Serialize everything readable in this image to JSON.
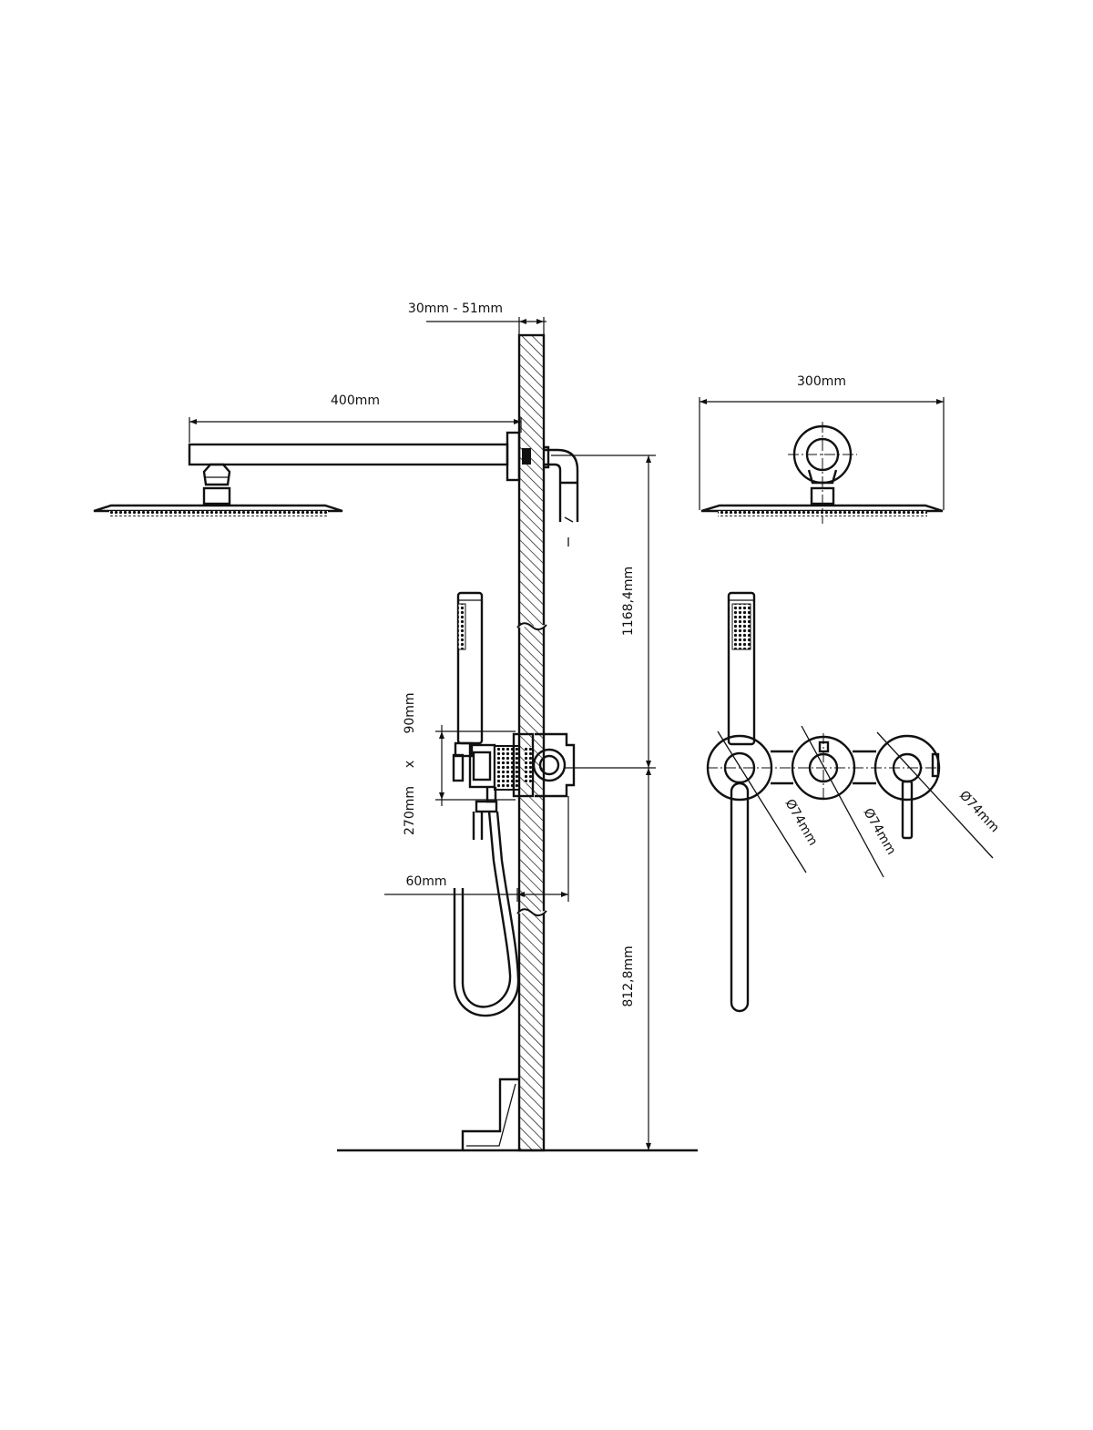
{
  "dimensions": {
    "wall_thickness": "30mm - 51mm",
    "arm_length": "400mm",
    "head_width": "300mm",
    "height_upper": "1168,4mm",
    "height_lower": "812,8mm",
    "box_depth": "90mm",
    "box_x": "x",
    "box_height": "270mm",
    "recess": "60mm",
    "diameter_1": "Ø74mm",
    "diameter_2": "Ø74mm",
    "diameter_3": "Ø74mm"
  }
}
